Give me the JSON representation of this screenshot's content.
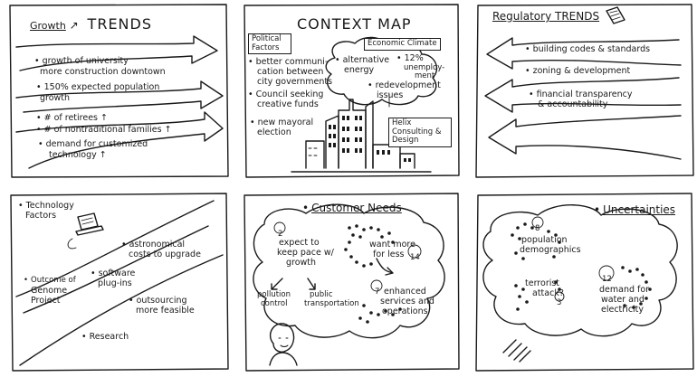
{
  "panels": {
    "growth": {
      "title_word": "Growth",
      "title_trends": "TRENDS",
      "items": [
        "growth of university",
        "more construction downtown",
        "150% expected population",
        "growth",
        "# of retirees ↑",
        "# of nontraditional families ↑",
        "demand for customized",
        "technology ↑"
      ]
    },
    "context": {
      "title": "CONTEXT MAP",
      "political": "Political Factors",
      "economic": "Economic Climate",
      "left_items": [
        "better communi-",
        "cation between",
        "city governments",
        "Council seeking",
        "creative funds",
        "new mayoral",
        "election"
      ],
      "alt_energy": [
        "alternative",
        "energy"
      ],
      "unemployment": [
        "12%",
        "unemploy-",
        "ment"
      ],
      "redevelopment": [
        "redevelopment",
        "issues"
      ],
      "company": "Helix Consulting & Design"
    },
    "regulatory": {
      "title": "Regulatory TRENDS",
      "items": [
        "building codes & standards",
        "zoning & development",
        "financial transparency",
        "& accountability"
      ]
    },
    "technology": {
      "title": [
        "Technology",
        "Factors"
      ],
      "items": [
        "astronomical",
        "costs to upgrade",
        "Outcome of",
        "Genome",
        "Project",
        "software",
        "plug-ins",
        "outsourcing",
        "more feasible",
        "Research"
      ]
    },
    "customer": {
      "title": "Customer Needs",
      "n1": "2",
      "keep_pace": [
        "expect to",
        "keep pace w/",
        "growth"
      ],
      "want_more": [
        "want more",
        "for less"
      ],
      "n2": "14",
      "pollution": [
        "pollution",
        "control"
      ],
      "transport": [
        "public",
        "transportation"
      ],
      "n3": "7",
      "enhanced": [
        "enhanced",
        "services and",
        "operations"
      ]
    },
    "uncertainties": {
      "title": "Uncertainties",
      "n1": "8",
      "population": [
        "population",
        "demographics"
      ],
      "terrorist": [
        "terrorist",
        "attack?"
      ],
      "n2": "3",
      "n3": "12",
      "demand": [
        "demand for",
        "water and",
        "electricity"
      ]
    }
  }
}
